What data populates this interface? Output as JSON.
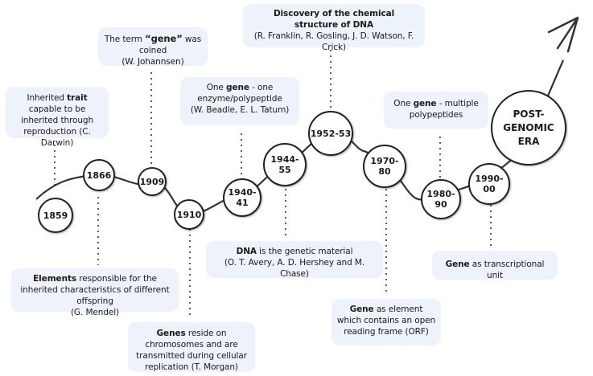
{
  "nodes": {
    "n1859": "1859",
    "n1866": "1866",
    "n1909": "1909",
    "n1910": "1910",
    "n1940": "1940-41",
    "n1944": "1944-55",
    "n1952": "1952-53",
    "n1970": "1970-80",
    "n1980": "1980-90",
    "n1990": "1990-00",
    "era_line1": "POST-GENOMIC",
    "era_line2": "ERA"
  },
  "boxes": {
    "darwin": {
      "pre": "Inherited ",
      "bold": "trait",
      "post": " capable to be inherited through reproduction (C. Darwin)"
    },
    "johannsen": {
      "pre": "The term ",
      "bold": "“gene”",
      "post": " was coined",
      "line2": "(W. Johannsen)"
    },
    "beadle": {
      "pre": "One ",
      "bold": "gene",
      "post": " - one enzyme/polypeptide",
      "line2": "(W. Beadle, E. L. Tatum)"
    },
    "dna_structure": {
      "title1": "Discovery of the chemical",
      "title2": "structure of DNA",
      "line2": "(R. Franklin, R. Gosling, J. D. Watson, F. Crick)"
    },
    "multiple": {
      "pre": "One ",
      "bold": "gene",
      "post": " - multiple polypeptides"
    },
    "mendel": {
      "bold": "Elements",
      "post": " responsible for the inherited characteristics of different offspring",
      "line2": "(G. Mendel)"
    },
    "morgan": {
      "bold": "Genes",
      "post": " reside on chromosomes and are transmitted during cellular replication (T. Morgan)"
    },
    "avery": {
      "bold": "DNA",
      "post": " is the genetic material",
      "line2": "(O. T. Avery, A. D. Hershey and M. Chase)"
    },
    "orf": {
      "bold": "Gene",
      "post": " as element which contains an open reading frame (ORF)"
    },
    "transcriptional": {
      "bold": "Gene",
      "post": " as transcriptional unit"
    }
  }
}
